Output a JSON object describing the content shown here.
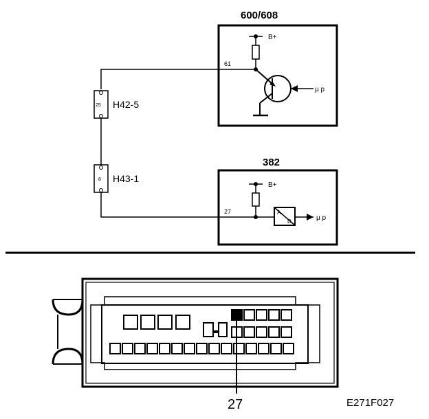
{
  "schematic": {
    "module_top": {
      "label": "600/608",
      "pin": "61",
      "supply": "B+",
      "signal": "µ p"
    },
    "module_bottom": {
      "label": "382",
      "pin": "27",
      "supply": "B+",
      "signal": "µ p",
      "converter_a": "A",
      "converter_d": "D"
    },
    "connector_upper": {
      "label": "H42-5",
      "pin": "25"
    },
    "connector_lower": {
      "label": "H43-1",
      "pin": "8"
    }
  },
  "connector_view": {
    "callout_pin": "27",
    "figure_code": "E271F027"
  }
}
